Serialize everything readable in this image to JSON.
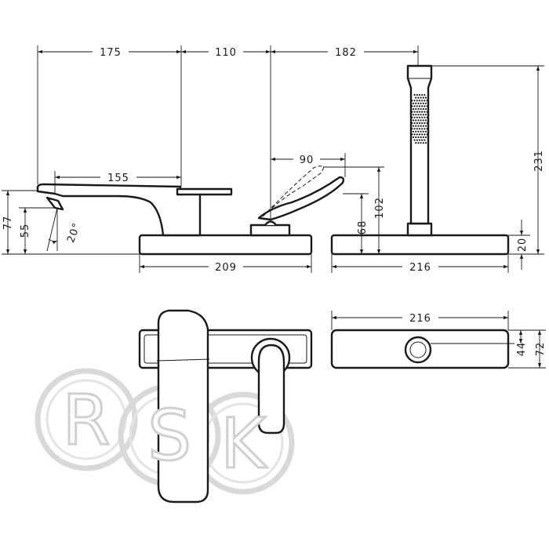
{
  "dimensions": {
    "d175": "175",
    "d110": "110",
    "d182": "182",
    "d155": "155",
    "d90": "90",
    "d68": "68",
    "d102": "102",
    "d231": "231",
    "d77": "77",
    "d55": "55",
    "d20deg": "20°",
    "d20": "20",
    "d209": "209",
    "d216_side": "216",
    "d216_top": "216",
    "d44": "44",
    "d72": "72"
  },
  "watermark": {
    "letter1": "R",
    "letter2": "S",
    "letter3": "K"
  },
  "colors": {
    "line": "#1a1a1a",
    "watermark": "#d9d9d9",
    "background": "#ffffff"
  }
}
